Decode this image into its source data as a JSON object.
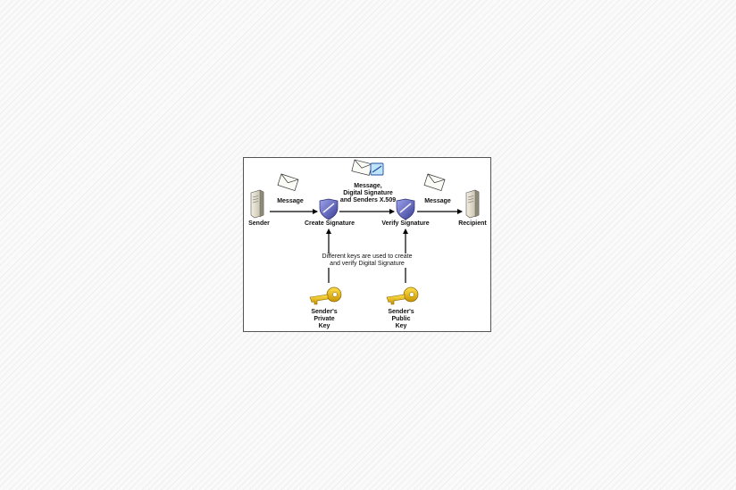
{
  "diagram": {
    "nodes": {
      "sender": "Sender",
      "create_signature": "Create Signature",
      "verify_signature": "Verify Signature",
      "recipient": "Recipient"
    },
    "edges": {
      "sender_to_create": "Message",
      "create_to_verify": [
        "Message,",
        "Digital Signature",
        "and Senders X.509"
      ],
      "verify_to_recipient": "Message"
    },
    "note": [
      "Different keys are used to create",
      "and verify Digital Signature"
    ],
    "keys": {
      "private_key": [
        "Sender's",
        "Private",
        "Key"
      ],
      "public_key": [
        "Sender's",
        "Public",
        "Key"
      ]
    },
    "colors": {
      "shield": "#5a5fb8",
      "key": "#e8b400",
      "arrow": "#000000",
      "frame": "#555555"
    },
    "icons": {
      "sender": "server-icon",
      "recipient": "server-icon",
      "message": "envelope-icon",
      "certificate": "certificate-envelope-icon",
      "signature": "shield-icon",
      "key": "key-icon"
    }
  }
}
